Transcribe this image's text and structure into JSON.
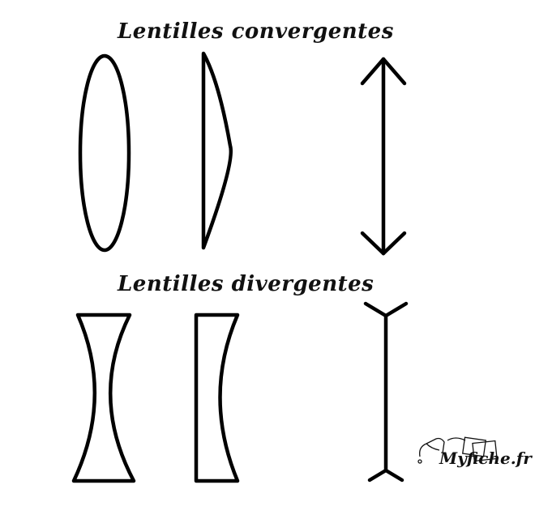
{
  "titles": {
    "convergent": "Lentilles convergentes",
    "divergent": "Lentilles divergentes"
  },
  "logo": {
    "text": "Myfiche.fr"
  }
}
